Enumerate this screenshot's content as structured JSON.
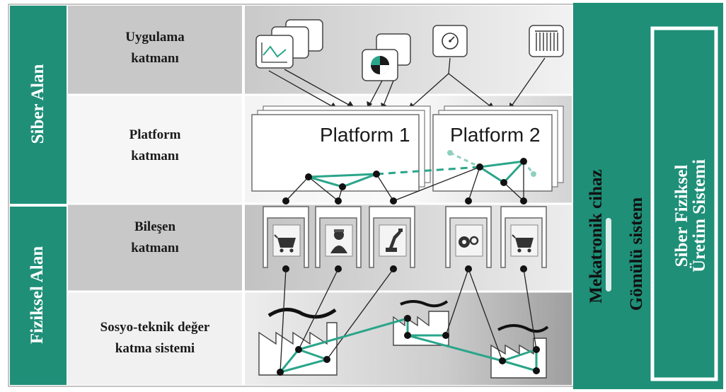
{
  "left_bands": {
    "cyber": "Siber Alan",
    "physical": "Fiziksel Alan"
  },
  "layers": {
    "application": [
      "Uygulama",
      "katmanı"
    ],
    "platform": [
      "Platform",
      "katmanı"
    ],
    "component": [
      "Bileşen",
      "katmanı"
    ],
    "sociotechnical": [
      "Sosyo-teknik değer",
      "katma sistemi"
    ]
  },
  "platforms": {
    "p1": "Platform 1",
    "p2": "Platform 2"
  },
  "right_panel": {
    "mechatronic": "Mekatronik cihaz",
    "embedded": "Gömülü sistem",
    "cps_line1": "Siber Fiziksel",
    "cps_line2": "Üretim Sistemi"
  },
  "colors": {
    "accent": "#1f8f78",
    "link_green": "#2aa58a",
    "row_dark": "#cfcfcf",
    "row_light": "#f2f2f2"
  },
  "icons": {
    "apps": [
      "line-chart-icon",
      "pie-chart-icon",
      "gauge-icon",
      "bar-code-icon"
    ],
    "components": [
      "cart-icon",
      "worker-icon",
      "robot-arm-icon",
      "gears-icon",
      "cart-icon"
    ]
  }
}
